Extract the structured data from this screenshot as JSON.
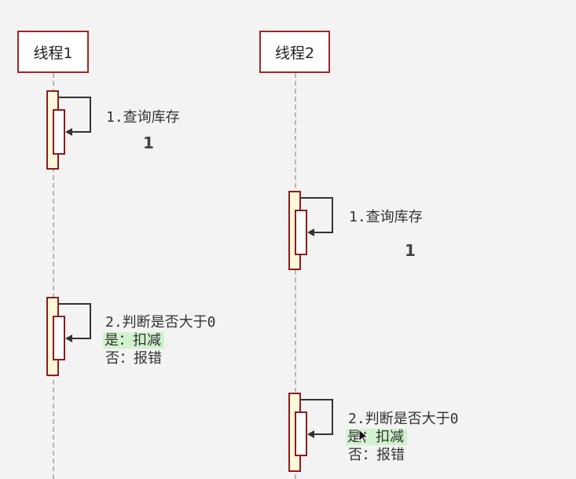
{
  "lifelines": [
    {
      "label": "线程1"
    },
    {
      "label": "线程2"
    }
  ],
  "messages": [
    {
      "line1": "1.查询库存",
      "value": "1"
    },
    {
      "line1": "1.查询库存",
      "value": "1"
    },
    {
      "line1": "2.判断是否大于0",
      "line2": "是：扣减",
      "line3": "否：报错"
    },
    {
      "line1": "2.判断是否大于0",
      "line2": "是：扣减",
      "line3": "否：报错"
    }
  ],
  "colors": {
    "activation_border": "#8e1b1f",
    "activation_fill": "#fff8d8",
    "highlight": "#d2f2cf",
    "lifeline": "#b5b5b5"
  }
}
